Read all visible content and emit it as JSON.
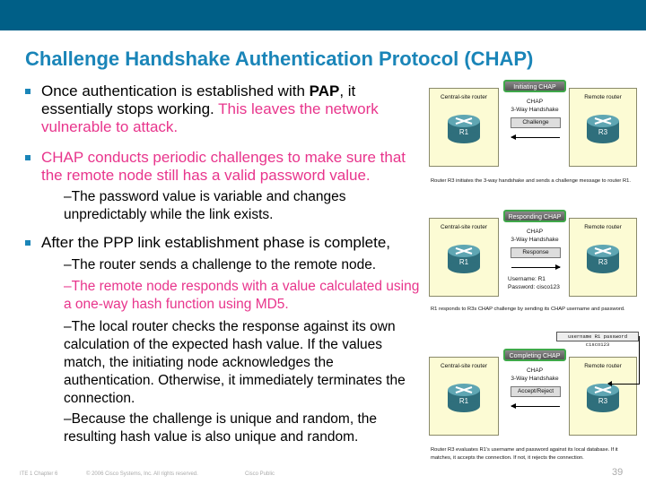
{
  "header": {
    "title": "Challenge Handshake Authentication Protocol (CHAP)"
  },
  "bullets": [
    {
      "pre": "Once authentication is established with ",
      "bold": "PAP",
      "post": ", it essentially stops working. ",
      "pink": "This leaves the network vulnerable to attack."
    },
    {
      "pink": "CHAP conducts periodic challenges to make sure that the remote node still has a valid password value."
    },
    {
      "text": "After the PPP link establishment phase is complete,"
    }
  ],
  "subs": [
    "–The password value is variable and changes unpredictably while the link exists.",
    "–The router sends a challenge to the remote node.",
    "–The remote node responds with a value calculated using a one-way hash function using MD5.",
    "–The local router checks the response against its own calculation of the expected hash value. If the values match, the initiating node acknowledges the authentication. Otherwise, it immediately terminates the connection.",
    "–Because the challenge is unique and random, the resulting hash value is also unique and random."
  ],
  "colors": {
    "accent": "#1a85b8",
    "topbar": "#005f87",
    "highlight": "#e8358c",
    "badge_border": "#3fa84a"
  },
  "diagrams": [
    {
      "badge": "Initiating CHAP",
      "left_label": "Central-site router",
      "right_label": "Remote router",
      "left_router": "R1",
      "right_router": "R3",
      "proto": "CHAP",
      "handshake": "3-Way Handshake",
      "message": "Challenge",
      "direction": "left",
      "caption": "Router R3 initiates the 3-way handshake and sends a challenge message to router R1."
    },
    {
      "badge": "Responding CHAP",
      "left_label": "Central-site router",
      "right_label": "Remote router",
      "left_router": "R1",
      "right_router": "R3",
      "proto": "CHAP",
      "handshake": "3-Way Handshake",
      "message": "Response",
      "direction": "right",
      "username": "Username: R1",
      "password": "Password: cisco123",
      "caption": "R1 responds to R3s CHAP challenge by sending its CHAP username and password."
    },
    {
      "badge": "Completing CHAP",
      "left_label": "Central-site router",
      "right_label": "Remote router",
      "left_router": "R1",
      "right_router": "R3",
      "proto": "CHAP",
      "handshake": "3-Way Handshake",
      "message": "Accept/Reject",
      "direction": "left",
      "command": "username R1 password cisco123",
      "caption": "Router R3 evaluates R1's username and password against its local database. If it matches, it accepts the connection. If not, it rejects the connection."
    }
  ],
  "footer": {
    "course": "ITE 1 Chapter 6",
    "copyright": "© 2006 Cisco Systems, Inc. All rights reserved.",
    "classification": "Cisco Public",
    "page": "39"
  }
}
